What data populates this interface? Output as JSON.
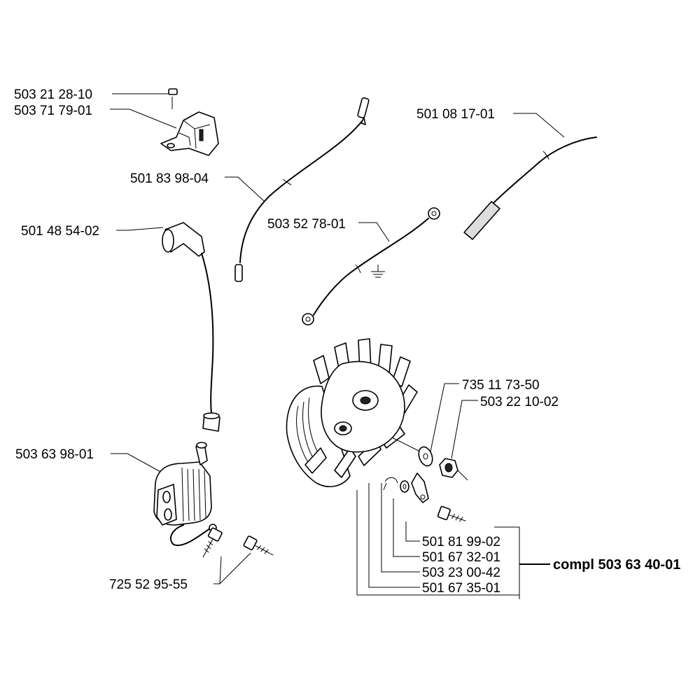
{
  "parts": {
    "p1": "503 21 28-10",
    "p2": "503 71 79-01",
    "p3": "501 83 98-04",
    "p4": "501 48 54-02",
    "p5": "503 52 78-01",
    "p6": "501 08 17-01",
    "p7": "735 11 73-50",
    "p8": "503 22 10-02",
    "p9": "503 63 98-01",
    "p10": "725 52 95-55",
    "p11": "501 81 99-02",
    "p12": "501 67 32-01",
    "p13": "503 23 00-42",
    "p14": "501 67 35-01"
  },
  "assembly": {
    "label": "compl 503 63 40-01"
  }
}
